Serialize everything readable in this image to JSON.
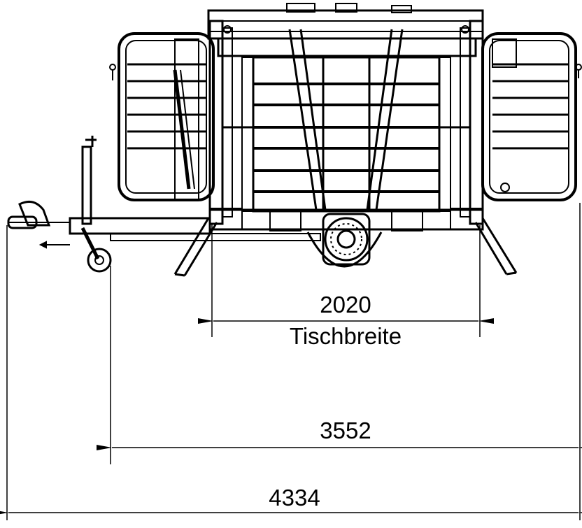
{
  "dimensions": {
    "table_width": {
      "value": "2020",
      "label": "Tischbreite"
    },
    "middle_length": {
      "value": "3552"
    },
    "overall_length": {
      "value": "4334"
    }
  },
  "colors": {
    "line": "#000000",
    "background": "#ffffff"
  }
}
